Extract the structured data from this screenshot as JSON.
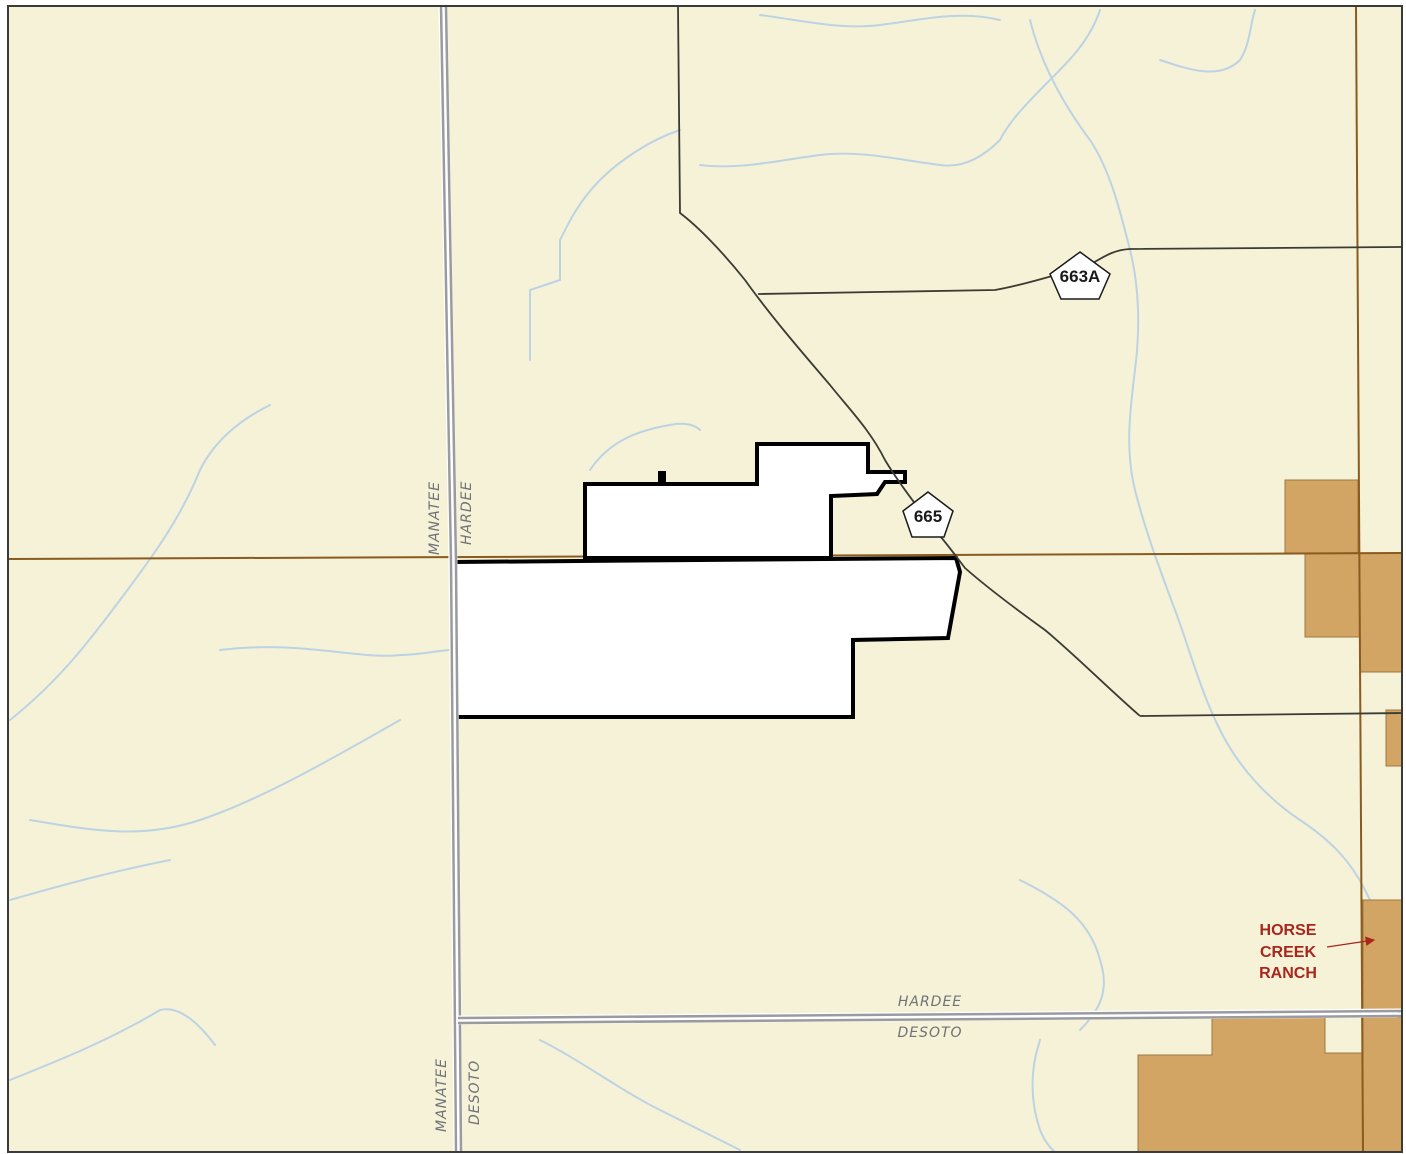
{
  "colors": {
    "land": "#f6f2d8",
    "frame": "#3a3a3a",
    "parcel_fill": "#ffffff",
    "parcel_outline": "#000000",
    "ranch_fill": "#d2a564",
    "hydrology": "#bcd3e3",
    "road": "#3b3b33",
    "county_line": "#9a9ba0",
    "section_line": "#8a5a1e",
    "ranch_label": "#a8261c"
  },
  "county_labels": {
    "west_of_north_line": "MANATEE",
    "east_of_north_line": "HARDEE",
    "west_of_south_line": "MANATEE",
    "east_of_south_line": "DESOTO",
    "north_of_east_line": "HARDEE",
    "south_of_east_line": "DESOTO"
  },
  "route_shields": [
    {
      "id": "663A",
      "label": "663A"
    },
    {
      "id": "665",
      "label": "665"
    }
  ],
  "ranch_label": {
    "line1": "HORSE",
    "line2": "CREEK",
    "line3": "RANCH"
  }
}
